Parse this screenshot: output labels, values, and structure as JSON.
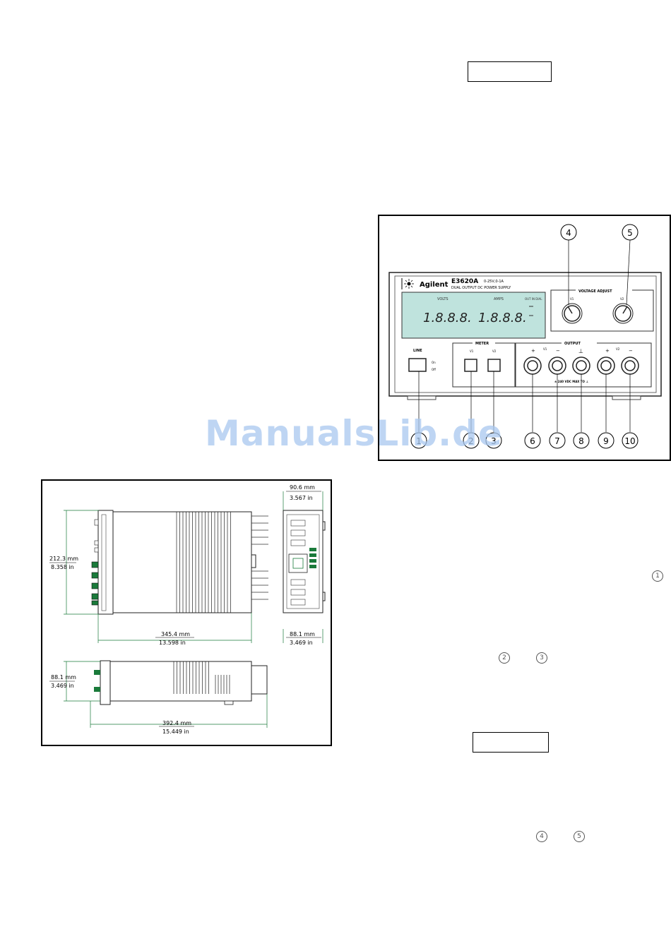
{
  "front_panel": {
    "brand": "Agilent",
    "model": "E3620A",
    "rating": "0-25V,0-1A",
    "subtitle": "DUAL OUTPUT DC POWER SUPPLY",
    "volts_label": "VOLTS",
    "amps_label": "AMPS",
    "display_value_1": "1.8.8.8.",
    "display_value_2": "1.8.8.8.",
    "out_label": "OUT IN DIAL",
    "voltage_adjust": "VOLTAGE ADJUST",
    "v1": "V1",
    "v2": "V2",
    "meter": "METER",
    "line": "LINE",
    "on": "On",
    "off": "Off",
    "output": "OUTPUT",
    "plus": "+",
    "minus": "−",
    "ground": "⊥",
    "max_note": "± 240 VDC MAX TO ⊥",
    "callouts": [
      "1",
      "2",
      "3",
      "4",
      "5",
      "6",
      "7",
      "8",
      "9",
      "10"
    ]
  },
  "dimensions": {
    "height_mm": "212.3 mm",
    "height_in": "8.358 in",
    "width_mm": "90.6 mm",
    "width_in": "3.567 in",
    "depth_mm": "345.4 mm",
    "depth_in": "13.598 in",
    "side_mm": "88.1 mm",
    "side_in": "3.469 in",
    "bottom_h_mm": "88.1 mm",
    "bottom_h_in": "3.469 in",
    "total_mm": "392.4 mm",
    "total_in": "15.449 in"
  },
  "text_refs": {
    "ref_1": "1",
    "ref_2": "2",
    "ref_3": "3",
    "ref_4": "4",
    "ref_5": "5"
  },
  "watermark": "ManualsLib.de"
}
